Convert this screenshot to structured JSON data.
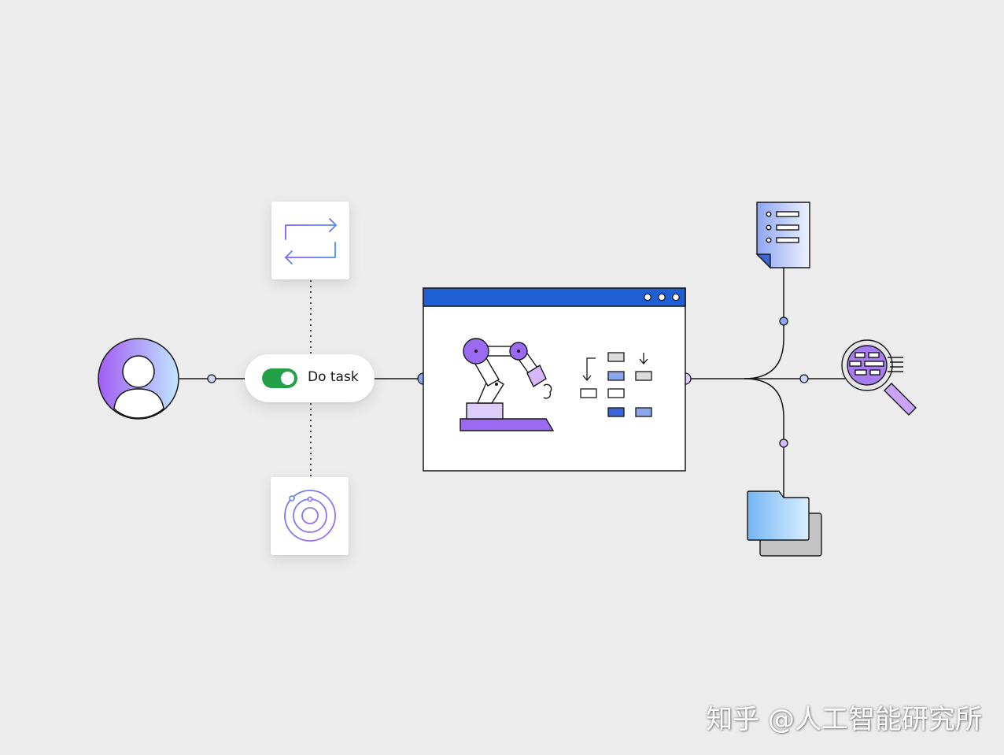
{
  "task_node": {
    "label": "Do task",
    "toggle_state": "on"
  },
  "watermark": {
    "text": "知乎 @人工智能研究所"
  },
  "colors": {
    "background": "#ececec",
    "window_titlebar": "#1f5fd6",
    "toggle_on": "#24a148",
    "accent_purple": "#9a6af2",
    "accent_blue": "#6f8ff0",
    "line": "#161616"
  },
  "icons": {
    "user": "user-avatar-icon",
    "top_card": "swap-arrows-icon",
    "bottom_card": "orbit-icon",
    "window": "robot-arm-icon",
    "document": "document-list-icon",
    "search": "magnifier-icon",
    "folder": "folder-icon"
  }
}
